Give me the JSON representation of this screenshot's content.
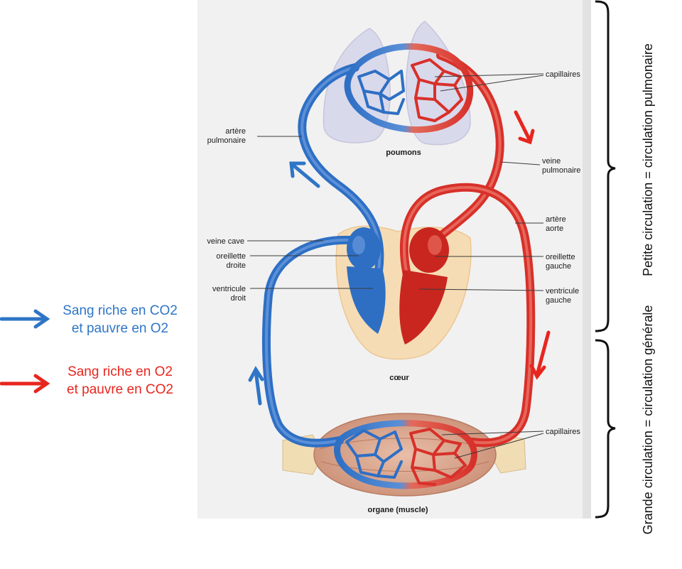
{
  "labels": {
    "capillaires_top": "capillaires",
    "artere_pulmonaire": "artère\npulmonaire",
    "poumons": "poumons",
    "veine_pulmonaire": "veine\npulmonaire",
    "artere_aorte": "artère\naorte",
    "veine_cave": "veine cave",
    "oreillette_droite": "oreillette\ndroite",
    "oreillette_gauche": "oreillette\ngauche",
    "ventricule_droit": "ventricule\ndroit",
    "ventricule_gauche": "ventricule\ngauche",
    "coeur": "cœur",
    "capillaires_bottom": "capillaires",
    "organe": "organe (muscle)"
  },
  "legend": {
    "blue_text": "Sang riche en CO2\net pauvre en O2",
    "red_text": "Sang riche en O2\net pauvre en CO2"
  },
  "brackets": {
    "petite": "Petite circulation = circulation pulmonaire",
    "grande": "Grande circulation = circulation générale"
  },
  "colors": {
    "blue": "#2e6fc4",
    "red": "#d8302a",
    "legend_blue": "#2e75c6",
    "legend_red": "#e8261e",
    "panel": "#f1f1f1",
    "heart_bg": "#f6dcb4",
    "lung": "#d8d8ec",
    "muscle": "#d8a58e"
  }
}
